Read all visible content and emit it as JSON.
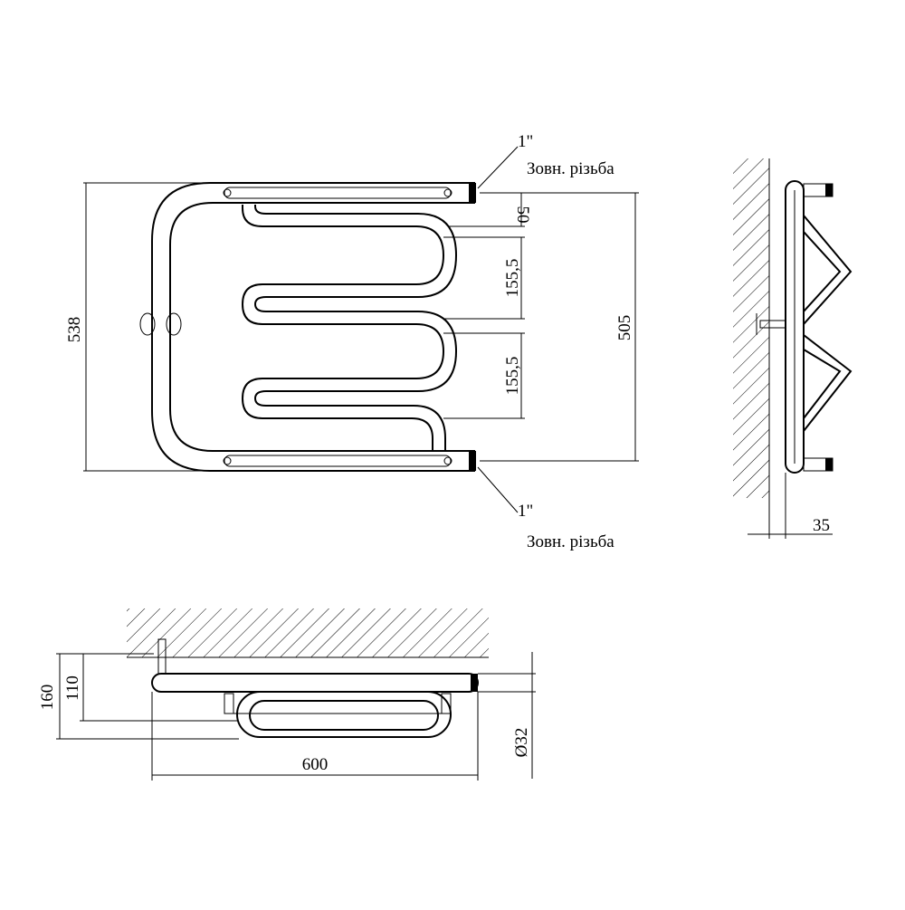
{
  "front_view": {
    "thread_top": {
      "size": "1\"",
      "type": "Зовн. різьба"
    },
    "thread_bottom": {
      "size": "1\"",
      "type": "Зовн. різьба"
    },
    "dim_total_height": "538",
    "dim_axis_distance": "505",
    "dim_top_gap": "50",
    "dim_loop_pitch_1": "155,5",
    "dim_loop_pitch_2": "155,5"
  },
  "side_view": {
    "dim_wall_offset": "35"
  },
  "top_view": {
    "dim_depth_total": "160",
    "dim_depth_axis": "110",
    "dim_width": "600",
    "dim_diameter": "Ø32"
  }
}
